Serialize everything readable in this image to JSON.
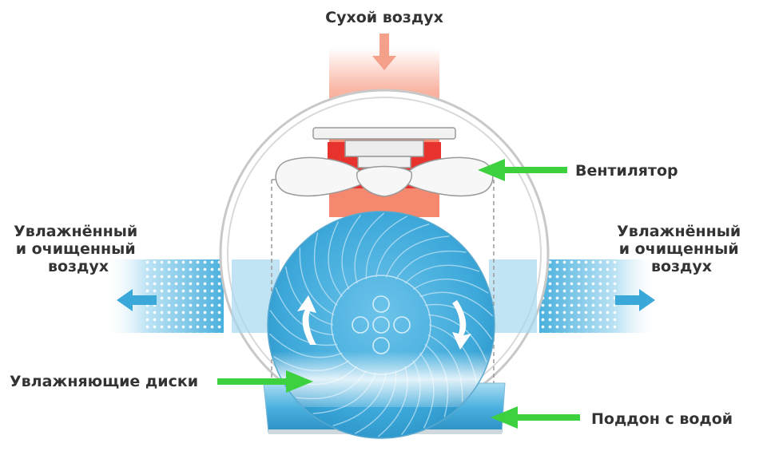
{
  "labels": {
    "dry_air": "Сухой воздух",
    "fan": "Вентилятор",
    "humid_air_left": [
      "Увлажнённый",
      "и очищенный",
      "воздух"
    ],
    "humid_air_right": [
      "Увлажнённый",
      "и очищенный",
      "воздух"
    ],
    "discs": "Увлажняющие диски",
    "tray": "Поддон с водой"
  },
  "colors": {
    "dry_air": "#f26b4f",
    "fan_mount": "#e8322e",
    "water": "#3ea9da",
    "pointer_arrow": "#3dd13f",
    "outflow_arrow": "#3aa8d8",
    "text": "#333333"
  },
  "icons": {
    "pointer": "green-arrow-icon",
    "flow": "blue-arrow-icon",
    "inflow": "down-arrow-icon",
    "rotation": "curved-arrow-icon"
  }
}
